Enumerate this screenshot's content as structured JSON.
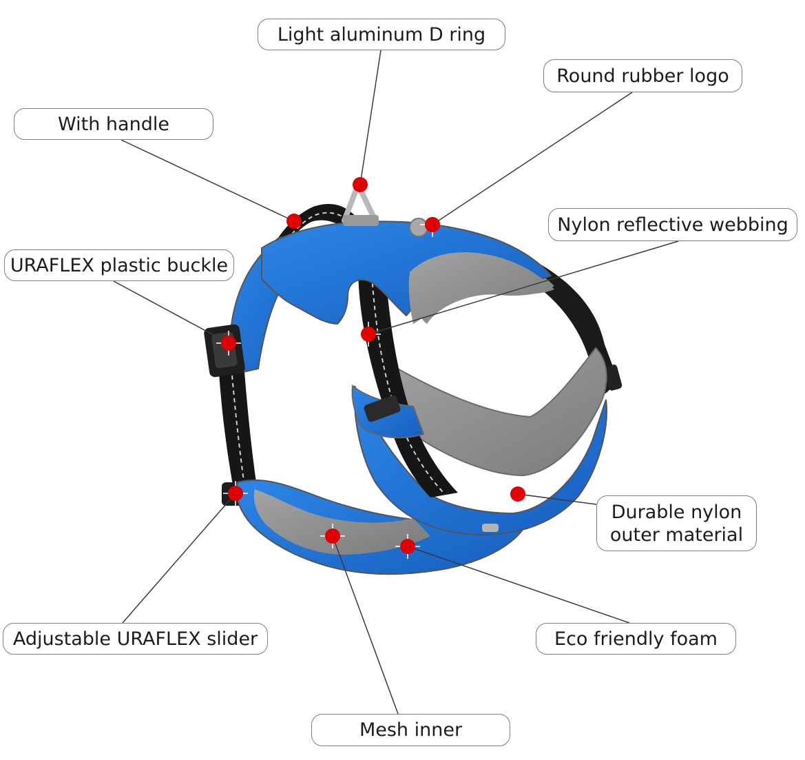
{
  "callouts": {
    "d_ring": "Light aluminum D ring",
    "logo": "Round rubber logo",
    "handle": "With handle",
    "webbing": "Nylon reflective webbing",
    "buckle": "URAFLEX plastic buckle",
    "outer_line1": "Durable nylon",
    "outer_line2": "outer material",
    "slider": "Adjustable URAFLEX slider",
    "foam": "Eco friendly foam",
    "mesh": "Mesh inner"
  },
  "colors": {
    "harness_blue": "#1f6fd1",
    "lining_grey": "#8f8f8f",
    "webbing_black": "#1a1a1a",
    "marker_red": "#e00000"
  }
}
